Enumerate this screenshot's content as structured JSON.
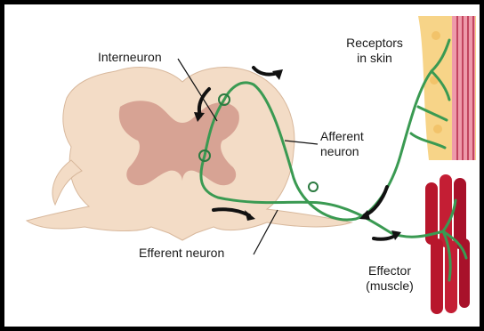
{
  "labels": {
    "interneuron": "Interneuron",
    "receptors_line1": "Receptors",
    "receptors_line2": "in skin",
    "afferent_line1": "Afferent",
    "afferent_line2": "neuron",
    "efferent": "Efferent neuron",
    "effector_line1": "Effector",
    "effector_line2": "(muscle)"
  },
  "colors": {
    "border": "#000000",
    "spinal_white_matter": "#f3dcc6",
    "spinal_gray_matter": "#d7a394",
    "neuron": "#3a9a52",
    "skin_outer": "#ee9aaa",
    "skin_fat": "#f7d488",
    "muscle": "#b8162c",
    "arrow": "#111111"
  },
  "icons": [
    "spinal-cord-cross-section",
    "skin-layers",
    "muscle-fibers",
    "direction-arrow"
  ]
}
